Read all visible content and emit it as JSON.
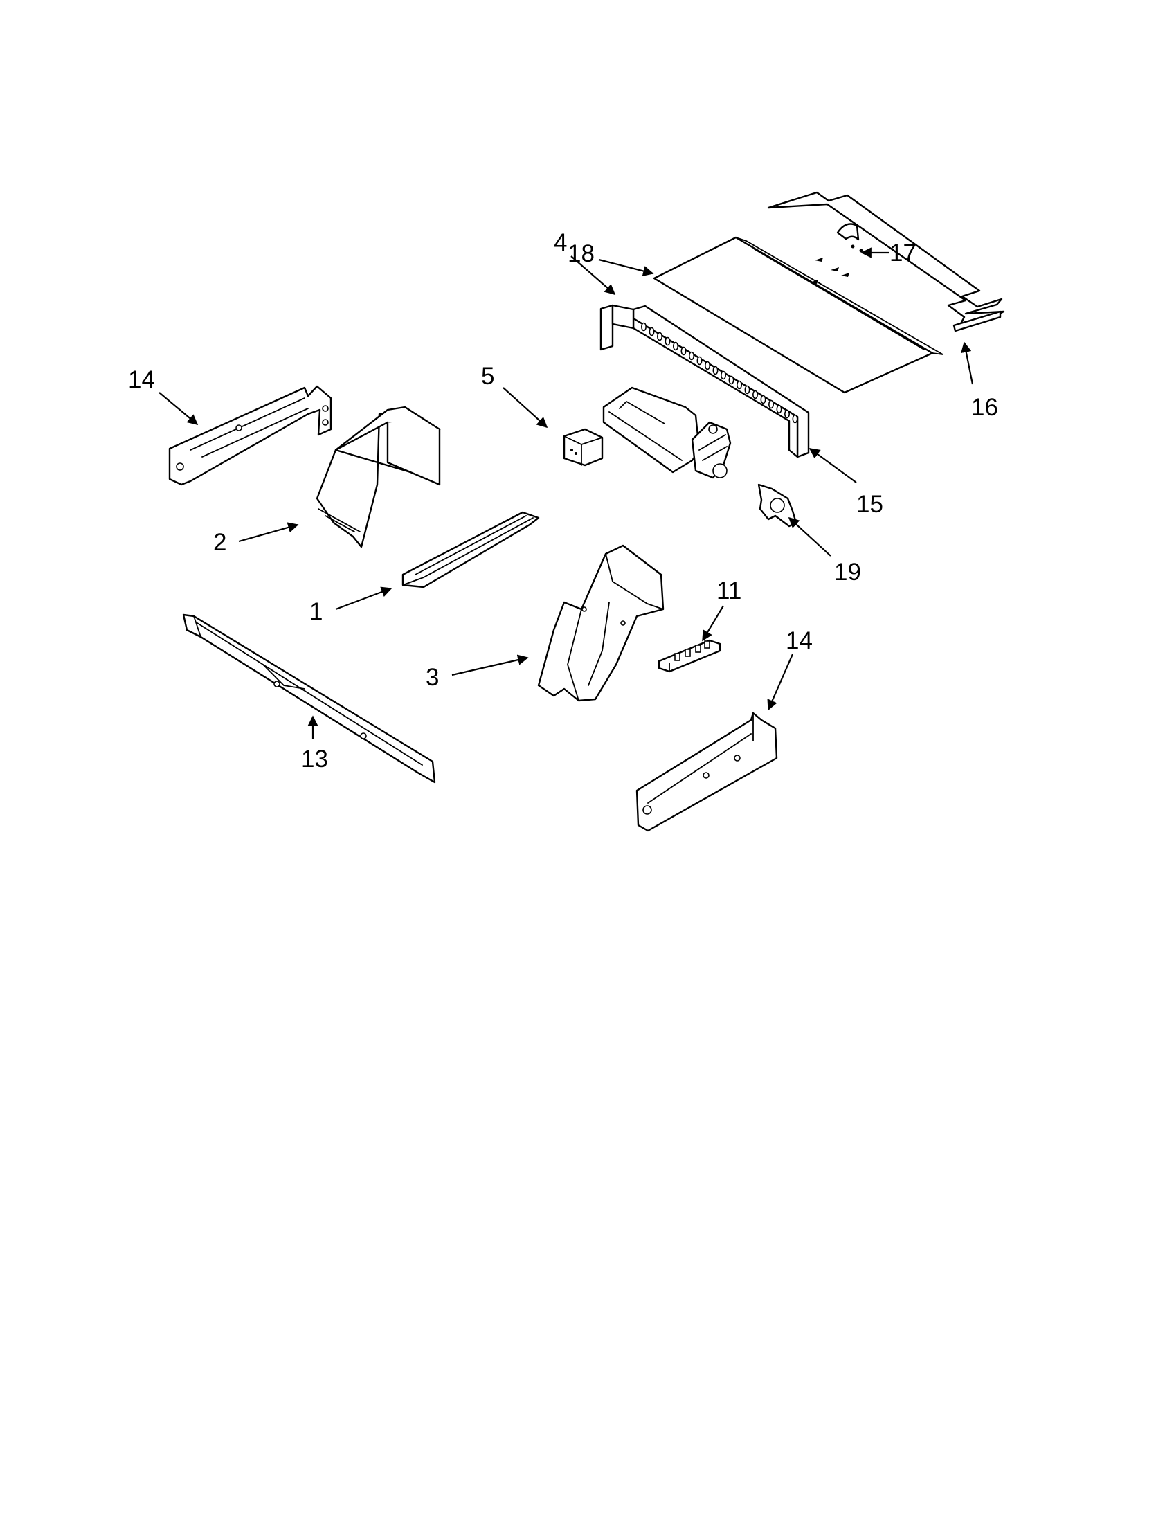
{
  "diagram": {
    "callouts": [
      {
        "id": "c1",
        "label": "1"
      },
      {
        "id": "c2",
        "label": "2"
      },
      {
        "id": "c3",
        "label": "3"
      },
      {
        "id": "c4",
        "label": "4"
      },
      {
        "id": "c5",
        "label": "5"
      },
      {
        "id": "c11",
        "label": "11"
      },
      {
        "id": "c13",
        "label": "13"
      },
      {
        "id": "c14a",
        "label": "14"
      },
      {
        "id": "c14b",
        "label": "14"
      },
      {
        "id": "c15",
        "label": "15"
      },
      {
        "id": "c16",
        "label": "16"
      },
      {
        "id": "c17",
        "label": "17"
      },
      {
        "id": "c18",
        "label": "18"
      },
      {
        "id": "c19",
        "label": "19"
      }
    ]
  }
}
